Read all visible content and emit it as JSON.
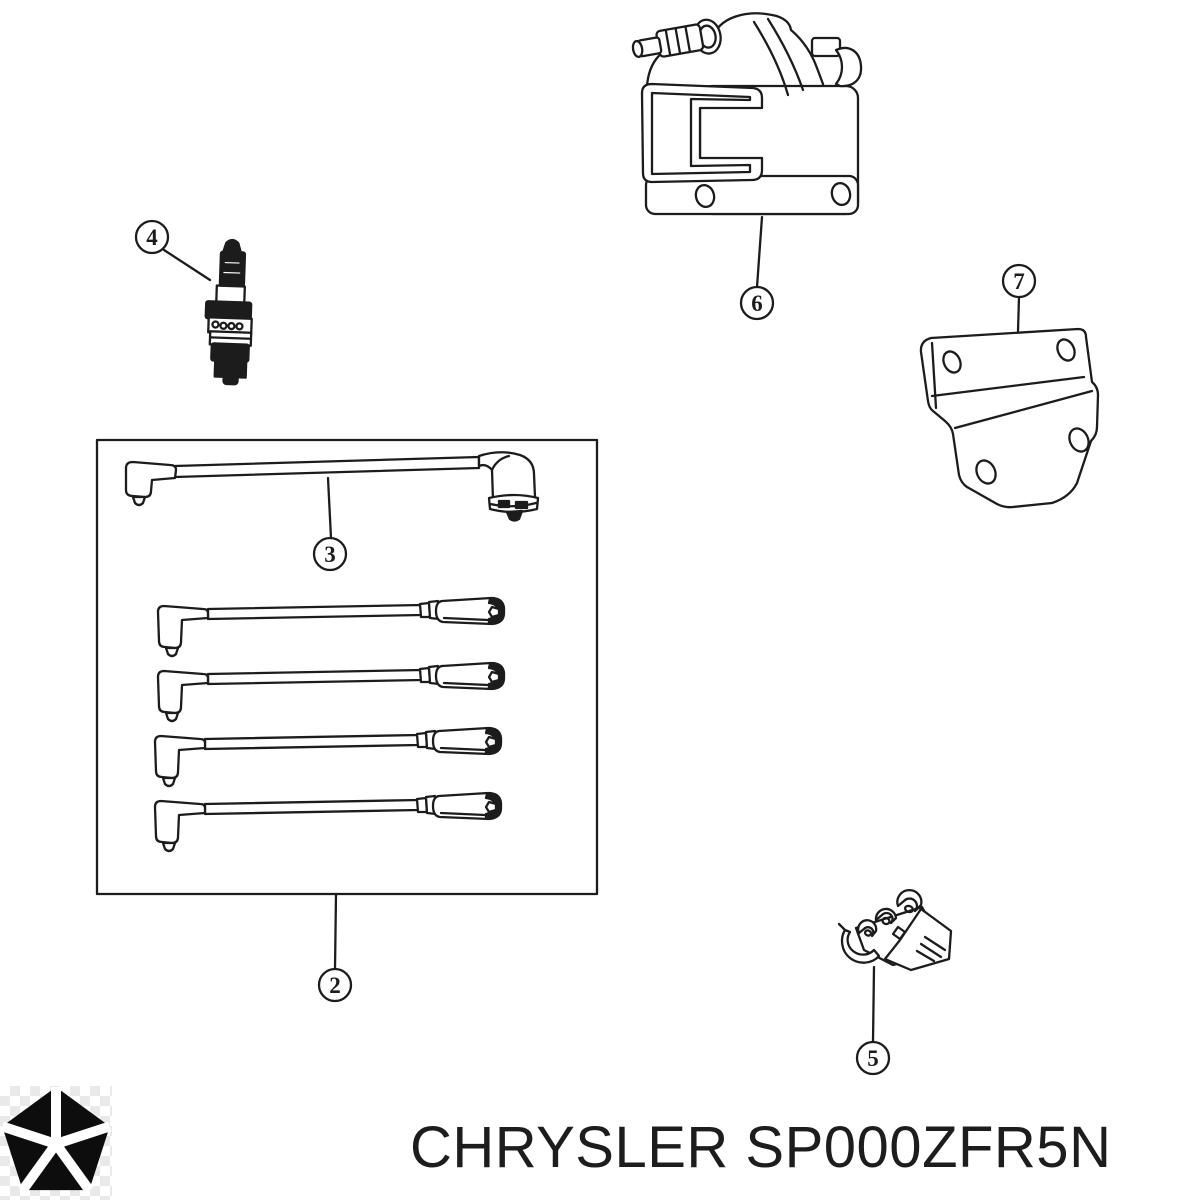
{
  "page": {
    "background_color": "#ffffff",
    "ink_color": "#1c1c1c"
  },
  "diagram": {
    "description": "ignition-parts-exploded-diagram",
    "callouts": [
      {
        "number": "2",
        "part": "spark-plug-wire-set"
      },
      {
        "number": "3",
        "part": "coil-to-distributor-wire"
      },
      {
        "number": "4",
        "part": "spark-plug"
      },
      {
        "number": "5",
        "part": "wiring-retainer-clip"
      },
      {
        "number": "6",
        "part": "ignition-coil"
      },
      {
        "number": "7",
        "part": "coil-mounting-bracket"
      }
    ]
  },
  "footer": {
    "logo": "chrysler-pentastar-icon",
    "title": "CHRYSLER SP000ZFR5N"
  }
}
